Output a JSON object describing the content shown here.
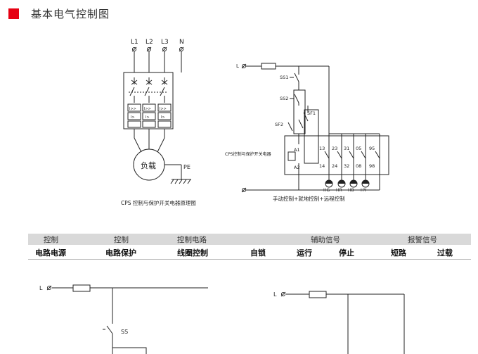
{
  "header": {
    "title": "基本电气控制图"
  },
  "diagram_main": {
    "phases": [
      "L1",
      "L2",
      "L3",
      "N"
    ],
    "load_label": "负载",
    "pe_label": "PE",
    "caption": "CPS 控制与保护开关电器原理图"
  },
  "diagram_control": {
    "l_label": "L",
    "switches": [
      "SS1",
      "SS2",
      "SF1",
      "SF2"
    ],
    "device_label": "CPS控制与保护开关电器",
    "coil": [
      "A1",
      "A2"
    ],
    "contacts_top": [
      "13",
      "23",
      "31",
      "05",
      "95"
    ],
    "contacts_bottom": [
      "14",
      "24",
      "32",
      "08",
      "98"
    ],
    "lamps": [
      "HG",
      "HR",
      "HB",
      "HY"
    ],
    "caption": "手动控制+就地控制+远程控制"
  },
  "table": {
    "header": [
      "控制",
      "控制",
      "控制电路",
      "辅助信号",
      "报警信号"
    ],
    "sub": [
      "电路电源",
      "电路保护",
      "线圈控制",
      "自锁",
      "运行",
      "停止",
      "短路",
      "过载"
    ]
  },
  "bottom_left": {
    "l_label": "L",
    "ss_label": "SS"
  },
  "bottom_right": {
    "l_label": "L"
  }
}
